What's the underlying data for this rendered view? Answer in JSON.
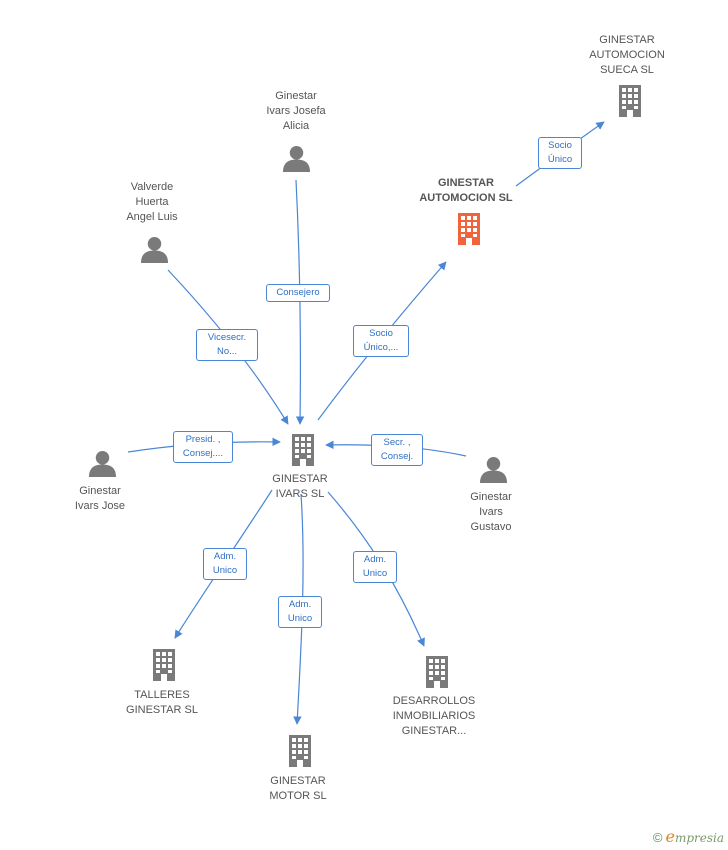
{
  "colors": {
    "edge": "#4a86d6",
    "company_icon": "#7a7a7a",
    "company_icon_highlight": "#f0643c",
    "person_icon": "#7a7a7a"
  },
  "nodes": {
    "ginestar_ivars_sl": {
      "label": "GINESTAR\nIVARS SL",
      "icon": "building-icon"
    },
    "ginestar_automocion_sl": {
      "label": "GINESTAR\nAUTOMOCION SL",
      "icon": "building-icon"
    },
    "ginestar_automocion_sueca_sl": {
      "label": "GINESTAR\nAUTOMOCION\nSUECA SL",
      "icon": "building-icon"
    },
    "ginestar_ivars_josefa_alicia": {
      "label": "Ginestar\nIvars Josefa\nAlicia",
      "icon": "person-icon"
    },
    "valverde_huerta_angel_luis": {
      "label": "Valverde\nHuerta\nAngel Luis",
      "icon": "person-icon"
    },
    "ginestar_ivars_jose": {
      "label": "Ginestar\nIvars Jose",
      "icon": "person-icon"
    },
    "ginestar_ivars_gustavo": {
      "label": "Ginestar\nIvars\nGustavo",
      "icon": "person-icon"
    },
    "talleres_ginestar_sl": {
      "label": "TALLERES\nGINESTAR SL",
      "icon": "building-icon"
    },
    "ginestar_motor_sl": {
      "label": "GINESTAR\nMOTOR SL",
      "icon": "building-icon"
    },
    "desarrollos_inmobiliarios": {
      "label": "DESARROLLOS\nINMOBILIARIOS\nGINESTAR...",
      "icon": "building-icon"
    }
  },
  "edges": {
    "consejero": "Consejero",
    "vicesecr": "Vicesecr.\nNo...",
    "socio_unico_1": "Socio\nÚnico,...",
    "socio_unico_2": "Socio\nÚnico",
    "presid": "Presid. ,\nConsej....",
    "secr": "Secr. ,\nConsej.",
    "adm_unico_1": "Adm.\nUnico",
    "adm_unico_2": "Adm.\nUnico",
    "adm_unico_3": "Adm.\nUnico"
  },
  "footer": {
    "copyright_symbol": "©",
    "brand_initial": "e",
    "brand_rest": "mpresia"
  }
}
